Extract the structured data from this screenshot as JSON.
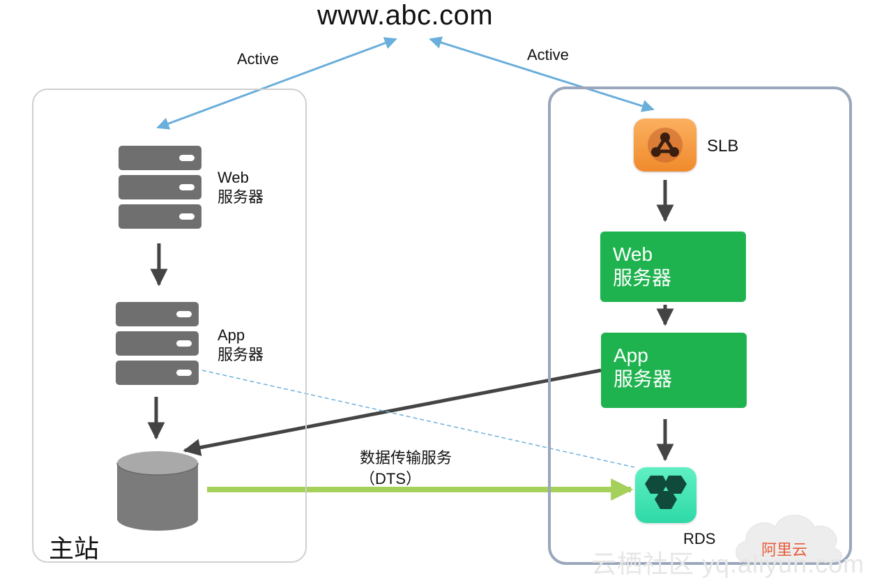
{
  "header": {
    "title": "www.abc.com"
  },
  "links": {
    "left_active": "Active",
    "right_active": "Active"
  },
  "main_site": {
    "label": "主站",
    "web_server": {
      "line1": "Web",
      "line2": "服务器"
    },
    "app_server": {
      "line1": "App",
      "line2": "服务器"
    }
  },
  "aliyun": {
    "slb_label": "SLB",
    "web_box": {
      "line1": "Web",
      "line2": "服务器"
    },
    "app_box": {
      "line1": "App",
      "line2": "服务器"
    },
    "rds_label": "RDS",
    "cloud_label": "阿里云"
  },
  "dts": {
    "line1": "数据传输服务",
    "line2": "（DTS）"
  },
  "watermark": "云栖社区 yq.aliyun.com",
  "colors": {
    "link_blue": "#6aaedb",
    "arrow_dark": "#444444",
    "dts_green": "#a5d05a",
    "green_box": "#1fb34f",
    "slb_orange": "#f39a3c",
    "rds_teal": "#3ee0b0",
    "server_gray": "#6f6f6f",
    "border_right": "#9aa6bb"
  }
}
